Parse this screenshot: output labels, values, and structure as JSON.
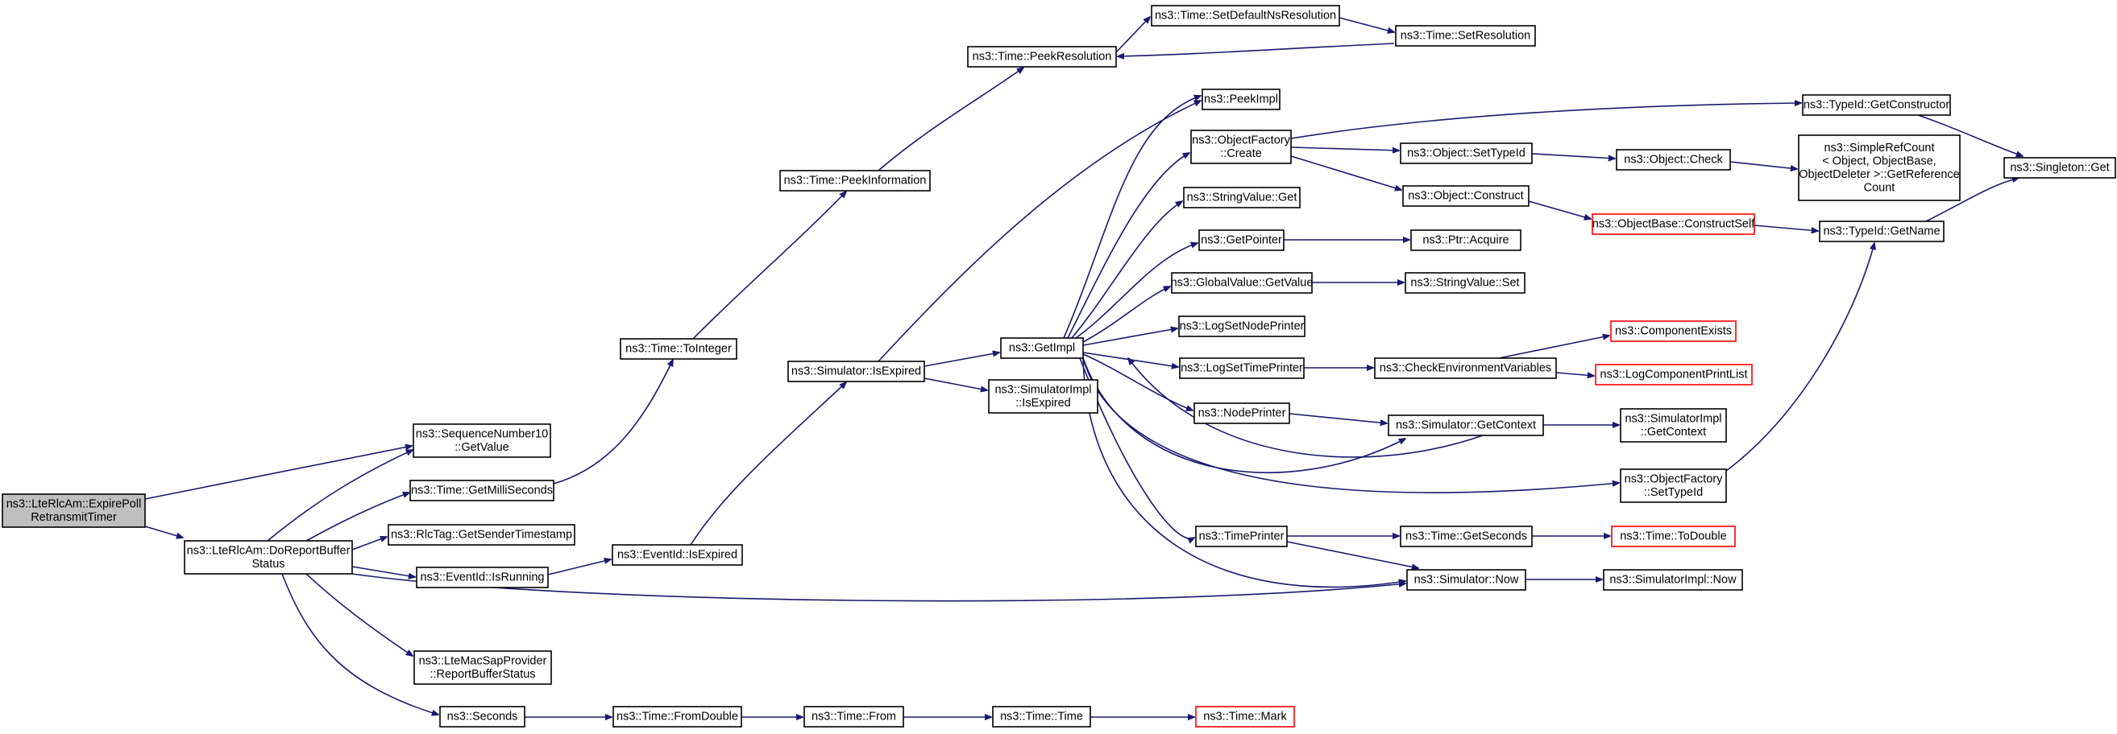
{
  "colors": {
    "edge": "#191970",
    "highlight_border": "#ff0000",
    "root_fill": "#bfbfbf",
    "background": "#ffffff"
  },
  "nodes": {
    "expire_poll": {
      "lines": [
        "ns3::LteRlcAm::ExpirePoll",
        "RetransmitTimer"
      ],
      "interactable": true
    },
    "do_report": {
      "lines": [
        "ns3::LteRlcAm::DoReportBuffer",
        "Status"
      ],
      "interactable": true
    },
    "seq_getvalue": {
      "lines": [
        "ns3::SequenceNumber10",
        "::GetValue"
      ],
      "interactable": true
    },
    "get_milliseconds": {
      "lines": [
        "ns3::Time::GetMilliSeconds"
      ],
      "interactable": true
    },
    "rlctag": {
      "lines": [
        "ns3::RlcTag::GetSenderTimestamp"
      ],
      "interactable": true
    },
    "eventid_isrunning": {
      "lines": [
        "ns3::EventId::IsRunning"
      ],
      "interactable": true
    },
    "macsap": {
      "lines": [
        "ns3::LteMacSapProvider",
        "::ReportBufferStatus"
      ],
      "interactable": true
    },
    "seconds": {
      "lines": [
        "ns3::Seconds"
      ],
      "interactable": true
    },
    "time_tointeger": {
      "lines": [
        "ns3::Time::ToInteger"
      ],
      "interactable": true
    },
    "eventid_isexpired": {
      "lines": [
        "ns3::EventId::IsExpired"
      ],
      "interactable": true
    },
    "time_fromdouble": {
      "lines": [
        "ns3::Time::FromDouble"
      ],
      "interactable": true
    },
    "peek_information": {
      "lines": [
        "ns3::Time::PeekInformation"
      ],
      "interactable": true
    },
    "sim_isexpired": {
      "lines": [
        "ns3::Simulator::IsExpired"
      ],
      "interactable": true
    },
    "time_from": {
      "lines": [
        "ns3::Time::From"
      ],
      "interactable": true
    },
    "peek_resolution": {
      "lines": [
        "ns3::Time::PeekResolution"
      ],
      "interactable": true
    },
    "getimpl": {
      "lines": [
        "ns3::GetImpl"
      ],
      "interactable": true
    },
    "simimpl_isexpired": {
      "lines": [
        "ns3::SimulatorImpl",
        "::IsExpired"
      ],
      "interactable": true
    },
    "time_time": {
      "lines": [
        "ns3::Time::Time"
      ],
      "interactable": true
    },
    "set_default_ns": {
      "lines": [
        "ns3::Time::SetDefaultNsResolution"
      ],
      "interactable": true
    },
    "peekimpl": {
      "lines": [
        "ns3::PeekImpl"
      ],
      "interactable": true
    },
    "objfactory_create": {
      "lines": [
        "ns3::ObjectFactory",
        "::Create"
      ],
      "interactable": true
    },
    "stringvalue_get": {
      "lines": [
        "ns3::StringValue::Get"
      ],
      "interactable": true
    },
    "getpointer": {
      "lines": [
        "ns3::GetPointer"
      ],
      "interactable": true
    },
    "globalvalue_getvalue": {
      "lines": [
        "ns3::GlobalValue::GetValue"
      ],
      "interactable": true
    },
    "logsetnodeprinter": {
      "lines": [
        "ns3::LogSetNodePrinter"
      ],
      "interactable": true
    },
    "logsettimeprinter": {
      "lines": [
        "ns3::LogSetTimePrinter"
      ],
      "interactable": true
    },
    "nodeprinter": {
      "lines": [
        "ns3::NodePrinter"
      ],
      "interactable": true
    },
    "timeprinter": {
      "lines": [
        "ns3::TimePrinter"
      ],
      "interactable": true
    },
    "time_mark": {
      "lines": [
        "ns3::Time::Mark"
      ],
      "interactable": true,
      "red": true
    },
    "time_setresolution": {
      "lines": [
        "ns3::Time::SetResolution"
      ],
      "interactable": true
    },
    "object_settypeid": {
      "lines": [
        "ns3::Object::SetTypeId"
      ],
      "interactable": true
    },
    "object_construct": {
      "lines": [
        "ns3::Object::Construct"
      ],
      "interactable": true
    },
    "ptr_acquire": {
      "lines": [
        "ns3::Ptr::Acquire"
      ],
      "interactable": true
    },
    "stringvalue_set": {
      "lines": [
        "ns3::StringValue::Set"
      ],
      "interactable": true
    },
    "check_env": {
      "lines": [
        "ns3::CheckEnvironmentVariables"
      ],
      "interactable": true
    },
    "sim_getcontext": {
      "lines": [
        "ns3::Simulator::GetContext"
      ],
      "interactable": true
    },
    "time_getseconds": {
      "lines": [
        "ns3::Time::GetSeconds"
      ],
      "interactable": true
    },
    "sim_now": {
      "lines": [
        "ns3::Simulator::Now"
      ],
      "interactable": true
    },
    "object_check": {
      "lines": [
        "ns3::Object::Check"
      ],
      "interactable": true
    },
    "objectbase_constructself": {
      "lines": [
        "ns3::ObjectBase::ConstructSelf"
      ],
      "interactable": true,
      "red": true
    },
    "component_exists": {
      "lines": [
        "ns3::ComponentExists"
      ],
      "interactable": true,
      "red": true
    },
    "log_component_printlist": {
      "lines": [
        "ns3::LogComponentPrintList"
      ],
      "interactable": true,
      "red": true
    },
    "simimpl_getcontext": {
      "lines": [
        "ns3::SimulatorImpl",
        "::GetContext"
      ],
      "interactable": true
    },
    "objfactory_settypeid": {
      "lines": [
        "ns3::ObjectFactory",
        "::SetTypeId"
      ],
      "interactable": true
    },
    "time_todouble": {
      "lines": [
        "ns3::Time::ToDouble"
      ],
      "interactable": true,
      "red": true
    },
    "simimpl_now": {
      "lines": [
        "ns3::SimulatorImpl::Now"
      ],
      "interactable": true
    },
    "typeid_getconstructor": {
      "lines": [
        "ns3::TypeId::GetConstructor"
      ],
      "interactable": true
    },
    "simplerefcount": {
      "lines": [
        "ns3::SimpleRefCount",
        "< Object, ObjectBase,",
        "ObjectDeleter >::GetReference",
        "Count"
      ],
      "interactable": true
    },
    "typeid_getname": {
      "lines": [
        "ns3::TypeId::GetName"
      ],
      "interactable": true
    },
    "singleton_get": {
      "lines": [
        "ns3::Singleton::Get"
      ],
      "interactable": true
    }
  }
}
